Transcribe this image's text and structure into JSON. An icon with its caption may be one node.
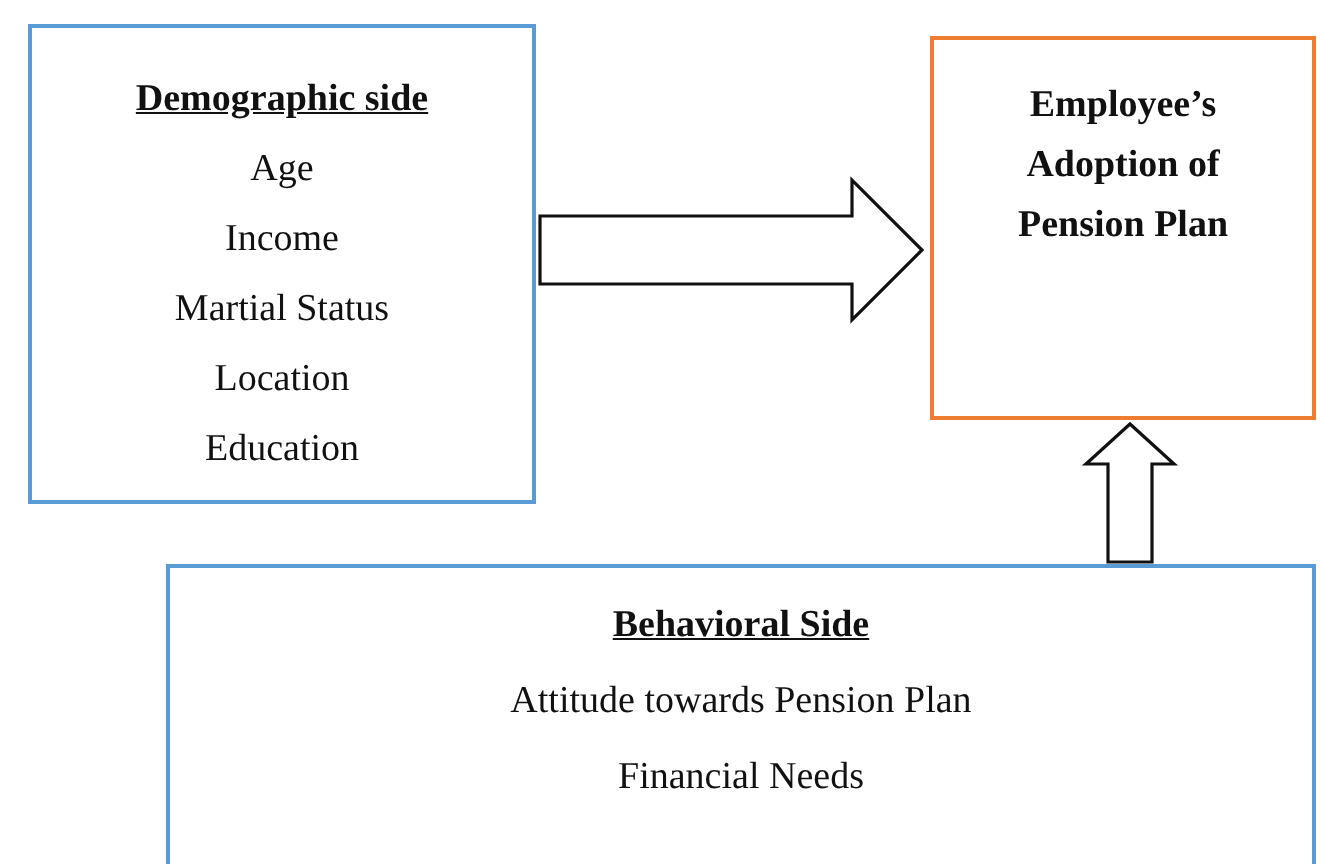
{
  "diagram": {
    "nodes": [
      {
        "text": [
          "Demographic side",
          "Age",
          "Income",
          "Martial Status",
          "Location",
          "Education"
        ]
      },
      {
        "text": [
          "Employee’s Adoption of Pension Plan"
        ]
      },
      {
        "text": [
          "Behavioral Side",
          "Attitude towards Pension Plan",
          "Financial Needs"
        ]
      }
    ],
    "edges": [
      {
        "from": 0,
        "to": 1,
        "arrow": "to"
      },
      {
        "from": 2,
        "to": 1,
        "arrow": "to"
      }
    ]
  }
}
